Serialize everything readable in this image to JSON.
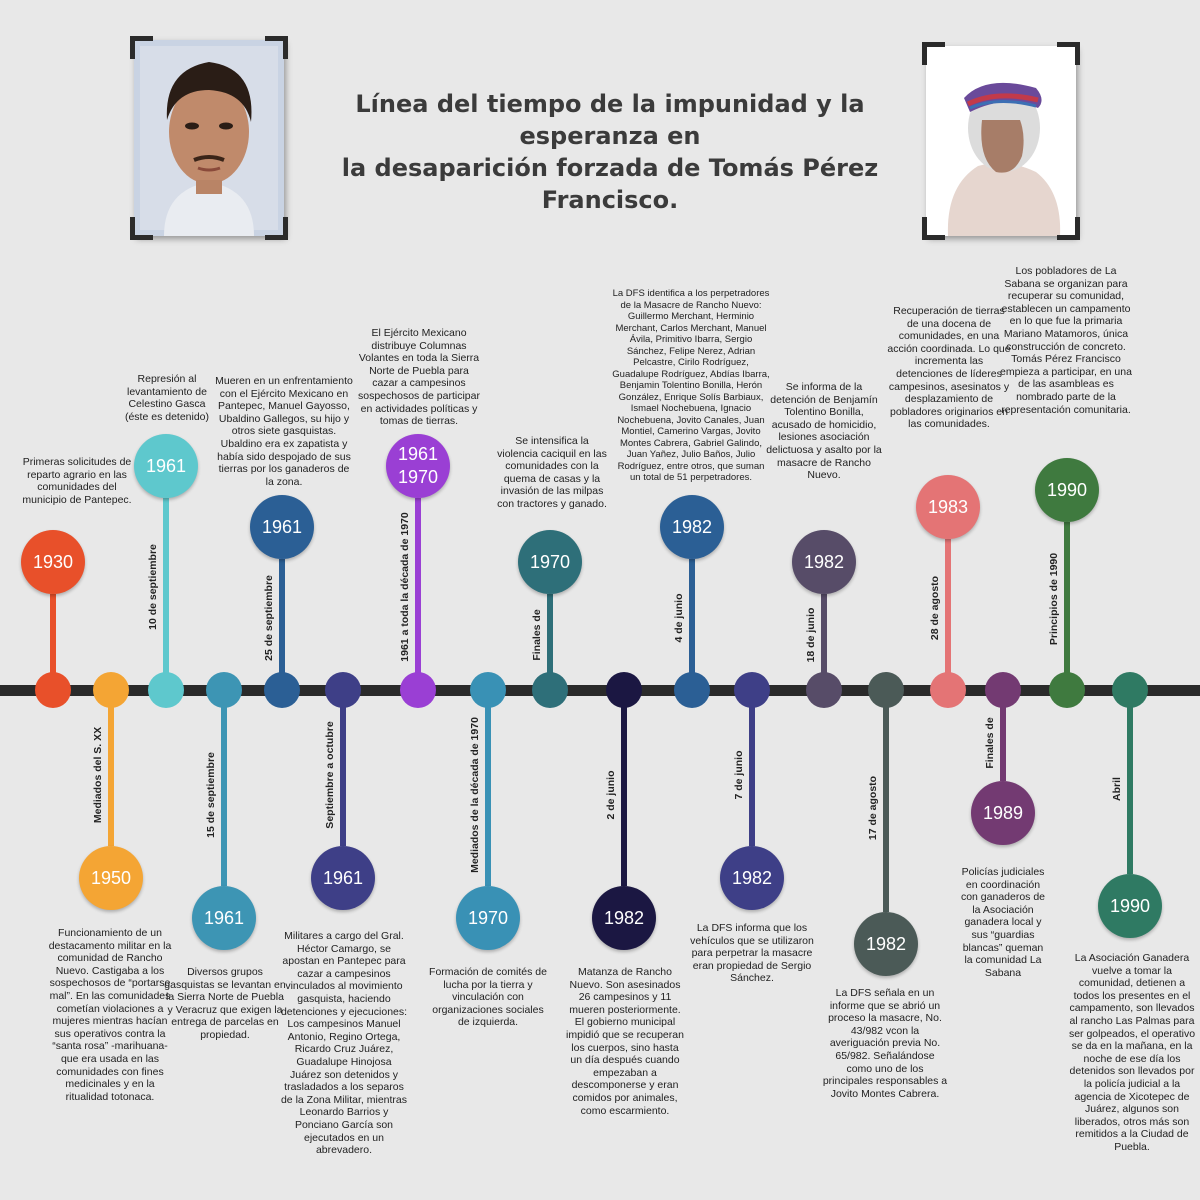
{
  "title": {
    "line1": "Línea del tiempo de la impunidad y la esperanza en",
    "line2": "la desaparición forzada de Tomás Pérez Francisco."
  },
  "colors": {
    "background": "#e8e8e8",
    "axis": "#2a2a2a",
    "title": "#3b3b3b"
  },
  "events": [
    {
      "badge": "1930",
      "label": "",
      "color": "#e8502a",
      "text": "Primeras solicitudes de reparto agrario en las comunidades del municipio de Pantepec."
    },
    {
      "badge": "1950",
      "label": "Mediados del S. XX",
      "color": "#f4a534",
      "text": "Funcionamiento de un destacamento militar en la comunidad de Rancho Nuevo. Castigaba a los sospechosos de “portarse mal”. En las comunidades cometían violaciones a mujeres mientras hacían sus operativos contra la “santa rosa” -marihuana- que era usada en las comunidades con fines medicinales y en la ritualidad totonaca."
    },
    {
      "badge": "1961",
      "label": "10 de septiembre",
      "color": "#5ec8cd",
      "text": "Represión al levantamiento de Celestino Gasca (éste es detenido)"
    },
    {
      "badge": "1961",
      "label": "15 de septiembre",
      "color": "#3d95b4",
      "text": "Diversos grupos gasquistas se levantan en la Sierra Norte de Puebla y Veracruz que exigen la entrega de parcelas en propiedad."
    },
    {
      "badge": "1961",
      "label": "25 de septiembre",
      "color": "#2b5f95",
      "text": "Mueren en un enfrentamiento con el Ejército Mexicano en Pantepec, Manuel Gayosso, Ubaldino Gallegos, su hijo y otros siete gasquistas. Ubaldino era ex zapatista y había sido despojado de sus tierras por los ganaderos de la zona."
    },
    {
      "badge": "1961",
      "label": "Septiembre a octubre",
      "color": "#3e3f87",
      "text": "Militares a cargo del Gral. Héctor Camargo, se apostan en Pantepec para cazar a campesinos vinculados al movimiento gasquista, haciendo detenciones y ejecuciones: Los campesinos Manuel Antonio, Regino Ortega, Ricardo Cruz Juárez, Guadalupe Hinojosa Juárez son detenidos y trasladados a los separos de la Zona Militar, mientras Leonardo Barrios y Ponciano García son ejecutados en un abrevadero."
    },
    {
      "badge": "1961\n1970",
      "label": "1961 a toda la década de 1970",
      "color": "#9a3fd4",
      "text": "El Ejército Mexicano distribuye Columnas Volantes en toda la Sierra Norte de Puebla para cazar a campesinos sospechosos de participar en actividades políticas y tomas de tierras."
    },
    {
      "badge": "1970",
      "label": "Mediados de la década de 1970",
      "color": "#3991b5",
      "text": "Formación de comités de lucha por la tierra y vinculación con organizaciones sociales de izquierda."
    },
    {
      "badge": "1970",
      "label": "Finales de",
      "color": "#2e6f79",
      "text": "Se intensifica la violencia caciquil en las comunidades con la quema de casas y la invasión de las milpas con tractores y ganado."
    },
    {
      "badge": "1982",
      "label": "2 de junio",
      "color": "#1b1742",
      "text": "Matanza de Rancho Nuevo. Son asesinados 26 campesinos y 11 mueren posteriormente. El gobierno municipal impidió que se recuperan los cuerpos, sino hasta un día después cuando empezaban a descomponerse y eran comidos por animales, como escarmiento."
    },
    {
      "badge": "1982",
      "label": "4 de junio",
      "color": "#2b5f95",
      "text": "La DFS identifica a los perpetradores de la Masacre de Rancho Nuevo: Guillermo Merchant, Herminio Merchant, Carlos Merchant, Manuel Ávila, Primitivo Ibarra, Sergio Sánchez, Felipe Nerez, Adrian Pelcastre, Cirilo Rodríguez, Guadalupe Rodríguez, Abdías Ibarra, Benjamin Tolentino Bonilla, Herón González, Enrique Solís Barbiaux, Ismael Nochebuena, Ignacio Nochebuena, Jovito Canales, Juan Montiel, Camerino Vargas, Jovito Montes Cabrera, Gabriel Galindo, Juan Yañez, Julio Baños, Julio Rodríguez, entre otros, que suman un total de 51 perpetradores."
    },
    {
      "badge": "1982",
      "label": "7 de junio",
      "color": "#3e3f87",
      "text": "La DFS informa que los vehículos que se utilizaron para perpetrar la masacre eran propiedad de Sergio Sánchez."
    },
    {
      "badge": "1982",
      "label": "18 de junio",
      "color": "#574c68",
      "text": "Se informa de la detención de Benjamín Tolentino Bonilla, acusado de homicidio, lesiones asociación delictuosa y asalto por la masacre de Rancho Nuevo."
    },
    {
      "badge": "1982",
      "label": "17 de agosto",
      "color": "#4b5a57",
      "text": "La DFS señala en un informe que se abrió un proceso la masacre, No. 43/982 vcon la averiguación previa No. 65/982. Señalándose como uno de los principales responsables a Jovito Montes Cabrera."
    },
    {
      "badge": "1983",
      "label": "28 de agosto",
      "color": "#e47475",
      "text": "Recuperación de tierras de una docena de comunidades, en una acción coordinada. Lo que incrementa las detenciones de líderes campesinos, asesinatos y desplazamiento de pobladores originarios en las comunidades."
    },
    {
      "badge": "1989",
      "label": "Finales de",
      "color": "#733a72",
      "text": "Policías judiciales en coordinación con ganaderos de la Asociación ganadera local y sus “guardias blancas” queman la comunidad La Sabana"
    },
    {
      "badge": "1990",
      "label": "Principios de 1990",
      "color": "#3f7a3f",
      "text": "Los pobladores de La Sabana se organizan para recuperar su comunidad, establecen un campamento en lo que fue la primaria Mariano Matamoros, única construcción de concreto. Tomás Pérez Francisco empieza a participar, en una de las asambleas es nombrado parte de la representación comunitaria."
    },
    {
      "badge": "1990",
      "label": "Abril",
      "color": "#2f7a63",
      "text": "La Asociación Ganadera vuelve a tomar la comunidad, detienen a todos los presentes en el campamento, son llevados al rancho Las Palmas para ser golpeados, el operativo se da en la mañana, en la noche de ese día los detenidos son llevados por la policía judicial a la agencia de Xicotepec de Juárez, algunos son liberados, otros más son remitidos a la Ciudad de Puebla."
    }
  ]
}
